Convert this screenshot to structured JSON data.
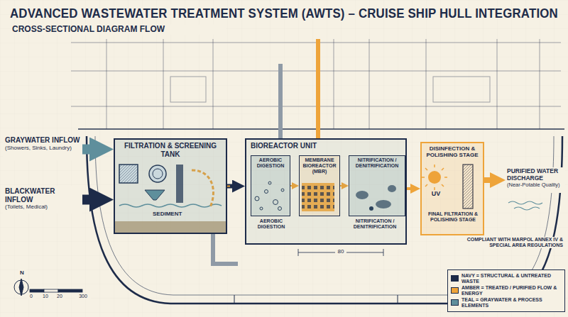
{
  "diagram": {
    "title": "ADVANCED WASTEWATER TREATMENT SYSTEM (AWTS) – CRUISE SHIP HULL INTEGRATION",
    "nodes": [
      {
        "text": [
          "GRAYWATER INFLOW",
          "(Showers, Sinks, Laundry)"
        ]
      },
      {
        "text": [
          "BLACKWATER INFLOW",
          "(Toilets, Medical)"
        ]
      },
      {
        "text": [
          "FILTRATION & SCREENING TANK"
        ]
      },
      {
        "text": [
          "BIOREACTOR UNIT"
        ]
      },
      {
        "text": [
          "AEROBIC DIGESTION"
        ],
        "in": 3
      },
      {
        "text": [
          "MEMBRANE BIOREACTOR (MBR)"
        ],
        "in": 3
      },
      {
        "text": [
          "NITRIFICATION / DENITRIFICATION"
        ],
        "in": 3
      },
      {
        "text": [
          "DISINFECTION & POLISHING STAGE"
        ]
      },
      {
        "text": [
          "PURIFIED WATER DISCHARGE",
          "(Near-Potable Quality)"
        ]
      }
    ],
    "edges": [
      {
        "from": 0,
        "to": 2,
        "arrow": "to"
      },
      {
        "from": 1,
        "to": 2,
        "arrow": "to"
      },
      {
        "from": 2,
        "to": 3,
        "arrow": "to"
      },
      {
        "from": 4,
        "to": 5,
        "arrow": "to"
      },
      {
        "from": 5,
        "to": 6,
        "arrow": "to"
      },
      {
        "from": 3,
        "to": 7,
        "arrow": "to"
      },
      {
        "from": 7,
        "to": 8,
        "arrow": "to"
      }
    ],
    "labels": [
      "CROSS-SECTIONAL DIAGRAM FLOW",
      "SEDIMENT",
      "AEROBIC DIGESTION",
      "NITRIFICATION / DENITRIFICATION",
      "80",
      "UV",
      "FINAL FILTRATION & POLISHING STAGE",
      "COMPLIANT WITH MARPOL ANNEX IV & SPECIAL AREA REGULATIONS",
      "N",
      "0",
      "10",
      "20",
      "300"
    ],
    "legend": [
      {
        "text": "NAVY = STRUCTURAL & UNTREATED WASTE",
        "color": "#1d2b49"
      },
      {
        "text": "AMBER = TREATED / PURIFIED FLOW & ENERGY",
        "color": "#eea43a"
      },
      {
        "text": "TEAL = GRAYWATER & PROCESS ELEMENTS",
        "color": "#5f8f9c"
      }
    ]
  }
}
